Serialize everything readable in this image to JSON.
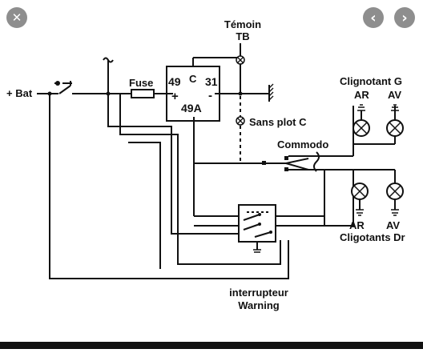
{
  "viewer": {
    "close_icon": "close-icon",
    "prev_icon": "chevron-left-icon",
    "next_icon": "chevron-right-icon",
    "close_glyph": "✕",
    "prev_glyph": "‹",
    "next_glyph": "›"
  },
  "diagram": {
    "bat_label": "+ Bat",
    "fuse_label": "Fuse",
    "temoin_line1": "Témoin",
    "temoin_line2": "TB",
    "relay_49": "49",
    "relay_c": "C",
    "relay_31": "31",
    "relay_plus": "+",
    "relay_minus": "-",
    "relay_49a": "49A",
    "sans_plot": "Sans plot C",
    "commodo": "Commodo",
    "clig_g": "Clignotant G",
    "ar_top": "AR",
    "av_top": "AV",
    "ar_bottom": "AR",
    "av_bottom": "AV",
    "clig_dr": "Cligotants Dr",
    "interrupteur_line1": "interrupteur",
    "interrupteur_line2": "Warning"
  }
}
